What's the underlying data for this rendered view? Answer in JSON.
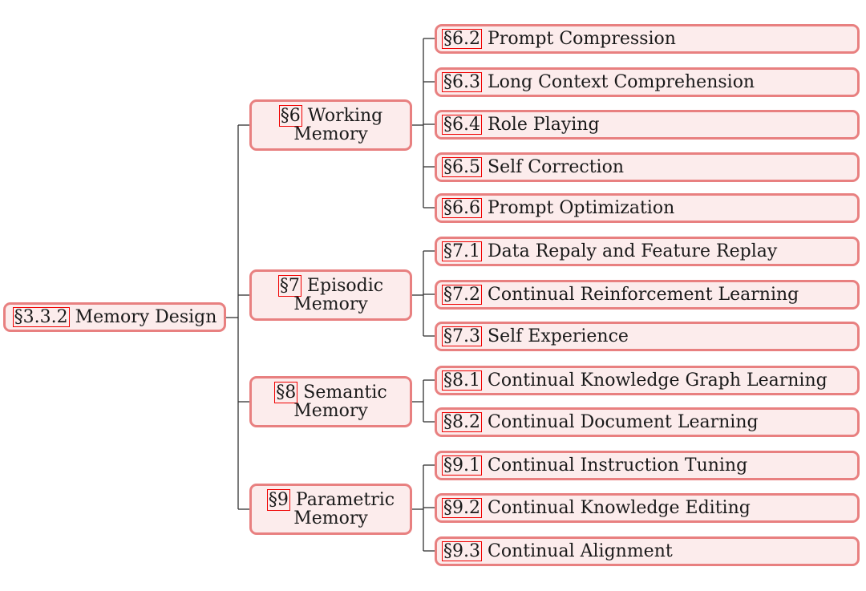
{
  "root": {
    "ref": "§3.3.2",
    "label": "Memory Design"
  },
  "branches": [
    {
      "ref": "§6",
      "label_line1": "Working",
      "label_line2": "Memory",
      "children": [
        {
          "ref": "§6.2",
          "label": "Prompt Compression"
        },
        {
          "ref": "§6.3",
          "label": "Long Context Comprehension"
        },
        {
          "ref": "§6.4",
          "label": "Role Playing"
        },
        {
          "ref": "§6.5",
          "label": "Self Correction"
        },
        {
          "ref": "§6.6",
          "label": "Prompt Optimization"
        }
      ]
    },
    {
      "ref": "§7",
      "label_line1": "Episodic",
      "label_line2": "Memory",
      "children": [
        {
          "ref": "§7.1",
          "label": "Data Repaly and Feature Replay"
        },
        {
          "ref": "§7.2",
          "label": "Continual Reinforcement Learning"
        },
        {
          "ref": "§7.3",
          "label": "Self Experience"
        }
      ]
    },
    {
      "ref": "§8",
      "label_line1": "Semantic",
      "label_line2": "Memory",
      "children": [
        {
          "ref": "§8.1",
          "label": "Continual Knowledge Graph Learning"
        },
        {
          "ref": "§8.2",
          "label": "Continual Document Learning"
        }
      ]
    },
    {
      "ref": "§9",
      "label_line1": "Parametric",
      "label_line2": "Memory",
      "children": [
        {
          "ref": "§9.1",
          "label": "Continual Instruction Tuning"
        },
        {
          "ref": "§9.2",
          "label": "Continual Knowledge Editing"
        },
        {
          "ref": "§9.3",
          "label": "Continual Alignment"
        }
      ]
    }
  ],
  "colors": {
    "node_fill": "#fcecec",
    "node_border": "#e88080",
    "ref_box": "#f00000",
    "connector": "#333333"
  }
}
